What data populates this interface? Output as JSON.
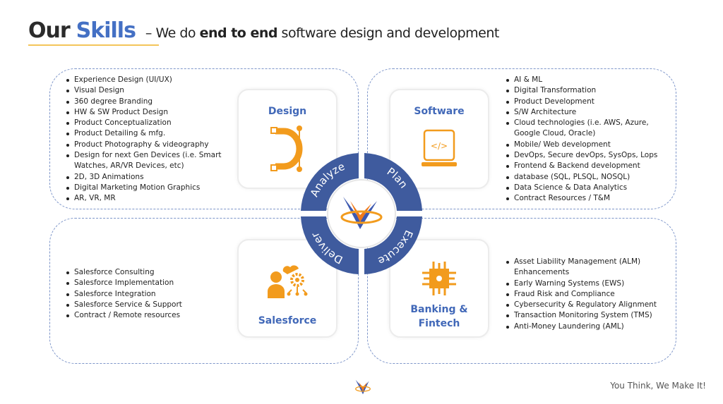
{
  "header": {
    "title_part1": "Our",
    "title_part2": "Skills",
    "subtitle_pre": "– We do ",
    "subtitle_bold": "end to end",
    "subtitle_post": " software design and development"
  },
  "design": {
    "title": "Design",
    "items": [
      "Experience Design (UI/UX)",
      "Visual Design",
      "360 degree Branding",
      "HW & SW Product Design",
      "Product Conceptualization",
      "Product Detailing & mfg.",
      "Product Photography & videography",
      "Design for next Gen Devices (i.e. Smart",
      "Watches, AR/VR Devices, etc)",
      "2D, 3D Animations",
      "Digital Marketing Motion Graphics",
      "AR, VR, MR"
    ]
  },
  "software": {
    "title": "Software",
    "items": [
      "AI & ML",
      "Digital Transformation",
      "Product Development",
      "S/W Architecture",
      "Cloud technologies (i.e. AWS, Azure,",
      "Google Cloud, Oracle)",
      "Mobile/ Web development",
      "DevOps, Secure devOps, SysOps, Lops",
      "Frontend & Backend development",
      "database (SQL, PLSQL, NOSQL)",
      "Data Science & Data Analytics",
      "Contract Resources / T&M"
    ]
  },
  "salesforce": {
    "title": "Salesforce",
    "items": [
      "Salesforce Consulting",
      "Salesforce Implementation",
      "Salesforce Integration",
      "Salesforce Service & Support",
      "Contract / Remote resources"
    ]
  },
  "banking": {
    "title_line1": "Banking &",
    "title_line2": "Fintech",
    "items": [
      "Asset Liability Management (ALM)",
      "Enhancements",
      "Early Warning Systems (EWS)",
      "Fraud Risk and Compliance",
      "Cybersecurity & Regulatory Alignment",
      "Transaction Monitoring System (TMS)",
      "Anti-Money Laundering (AML)"
    ]
  },
  "cycle": {
    "analyze": "Analyze",
    "plan": "Plan",
    "execute": "Execute",
    "deliver": "Deliver"
  },
  "footer": {
    "tagline": "You Think, We Make It!"
  },
  "colors": {
    "blue": "#4470c4",
    "ring": "#3f5b9e",
    "orange": "#f29b1d",
    "underline": "#f4c55a"
  }
}
